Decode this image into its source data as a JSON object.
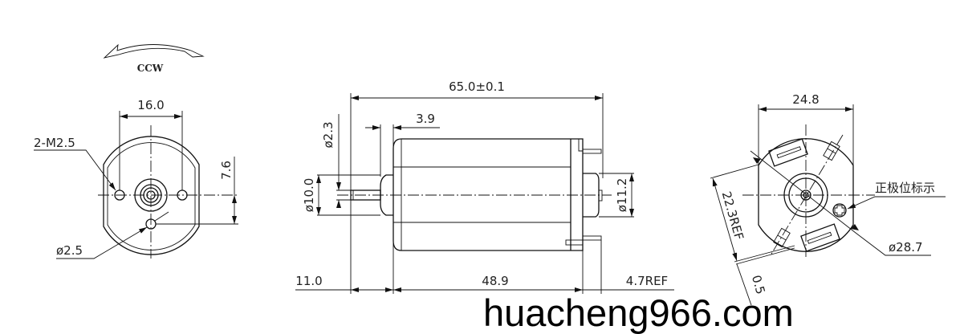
{
  "front_view": {
    "rotation_label": "CCW",
    "dim_hole_spacing": "16.0",
    "dim_offset": "7.6",
    "label_tapped_holes": "2-M2.5",
    "label_hole_dia": "ø2.5"
  },
  "side_view": {
    "dim_overall_length": "65.0±0.1",
    "dim_boss_length": "3.9",
    "dim_shaft_dia": "ø2.3",
    "dim_boss_dia": "ø10.0",
    "dim_rear_boss_dia": "ø11.2",
    "dim_shaft_length": "11.0",
    "dim_body_length": "48.9",
    "dim_terminal_length": "4.7REF"
  },
  "rear_view": {
    "dim_width": "24.8",
    "dim_terminal_span": "22.3REF",
    "dim_terminal_thickness": "0.5",
    "dim_body_dia": "ø28.7",
    "label_positive_mark": "正极位标示"
  },
  "watermark": "huacheng966.com"
}
